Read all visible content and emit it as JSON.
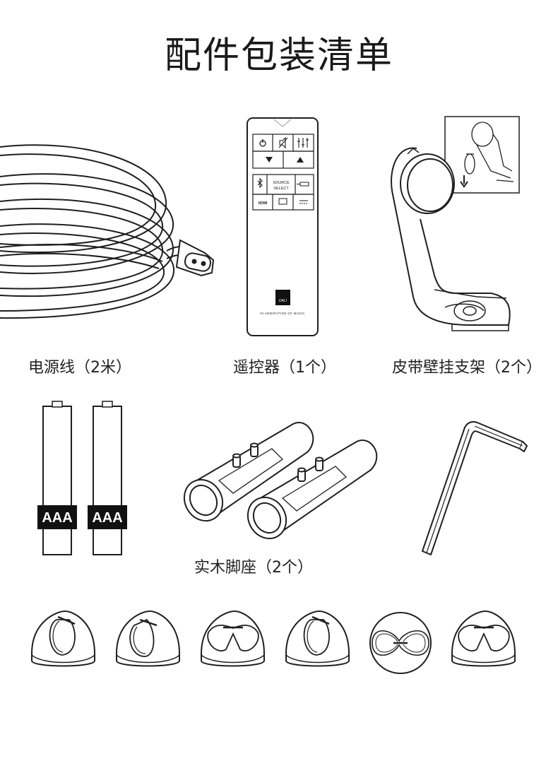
{
  "page": {
    "title": "配件包装清单"
  },
  "items": [
    {
      "id": "power-cord",
      "caption": "电源线（2米）"
    },
    {
      "id": "remote",
      "caption": "遥控器（1个）",
      "buttons": {
        "source_line1": "SOURCE",
        "source_line2": "SELECT",
        "hdmi": "HDMI"
      },
      "brand": "DALI",
      "slogan": "IN ADMIRATION OF MUSIC"
    },
    {
      "id": "wall-bracket",
      "caption": "皮带壁挂支架（2个）"
    },
    {
      "id": "batteries",
      "caption": "",
      "label": "AAA"
    },
    {
      "id": "wooden-feet",
      "caption": "实木脚座（2个）"
    },
    {
      "id": "hex-key",
      "caption": ""
    },
    {
      "id": "cable-clips",
      "caption": "",
      "count": 6
    }
  ],
  "colors": {
    "line": "#1f1f1f",
    "fill": "#ffffff",
    "label_bg": "#111111"
  },
  "icons": [
    "power-icon",
    "mute-icon",
    "eq-icon",
    "down-arrow-icon",
    "up-arrow-icon",
    "bluetooth-icon",
    "optical-icon",
    "hdmi-icon",
    "tv-icon",
    "display-icon"
  ]
}
